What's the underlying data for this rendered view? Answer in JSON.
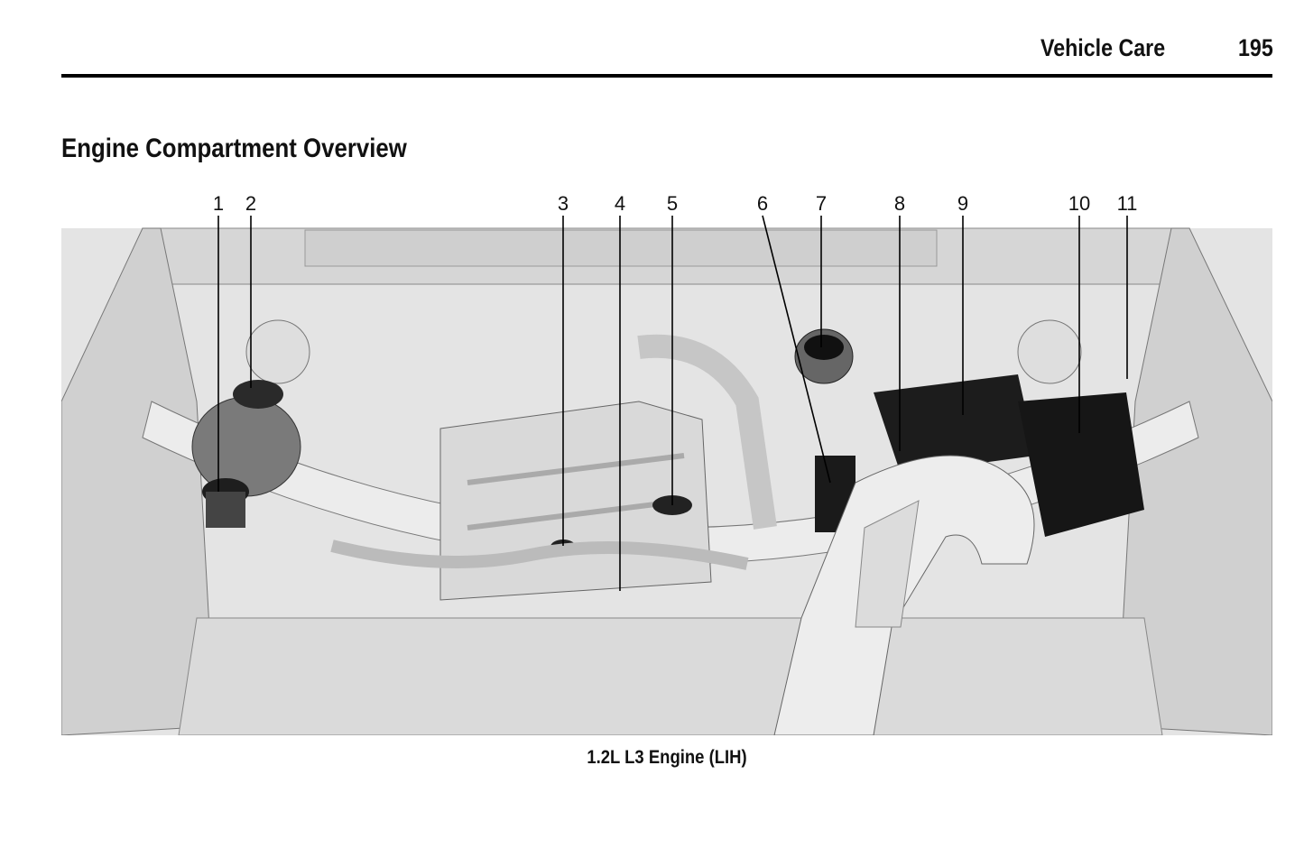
{
  "header": {
    "section": "Vehicle Care",
    "page_number": "195"
  },
  "title": "Engine Compartment Overview",
  "figure": {
    "callouts": [
      "1",
      "2",
      "3",
      "4",
      "5",
      "6",
      "7",
      "8",
      "9",
      "10",
      "11"
    ],
    "caption": "1.2L L3 Engine (LIH)"
  }
}
